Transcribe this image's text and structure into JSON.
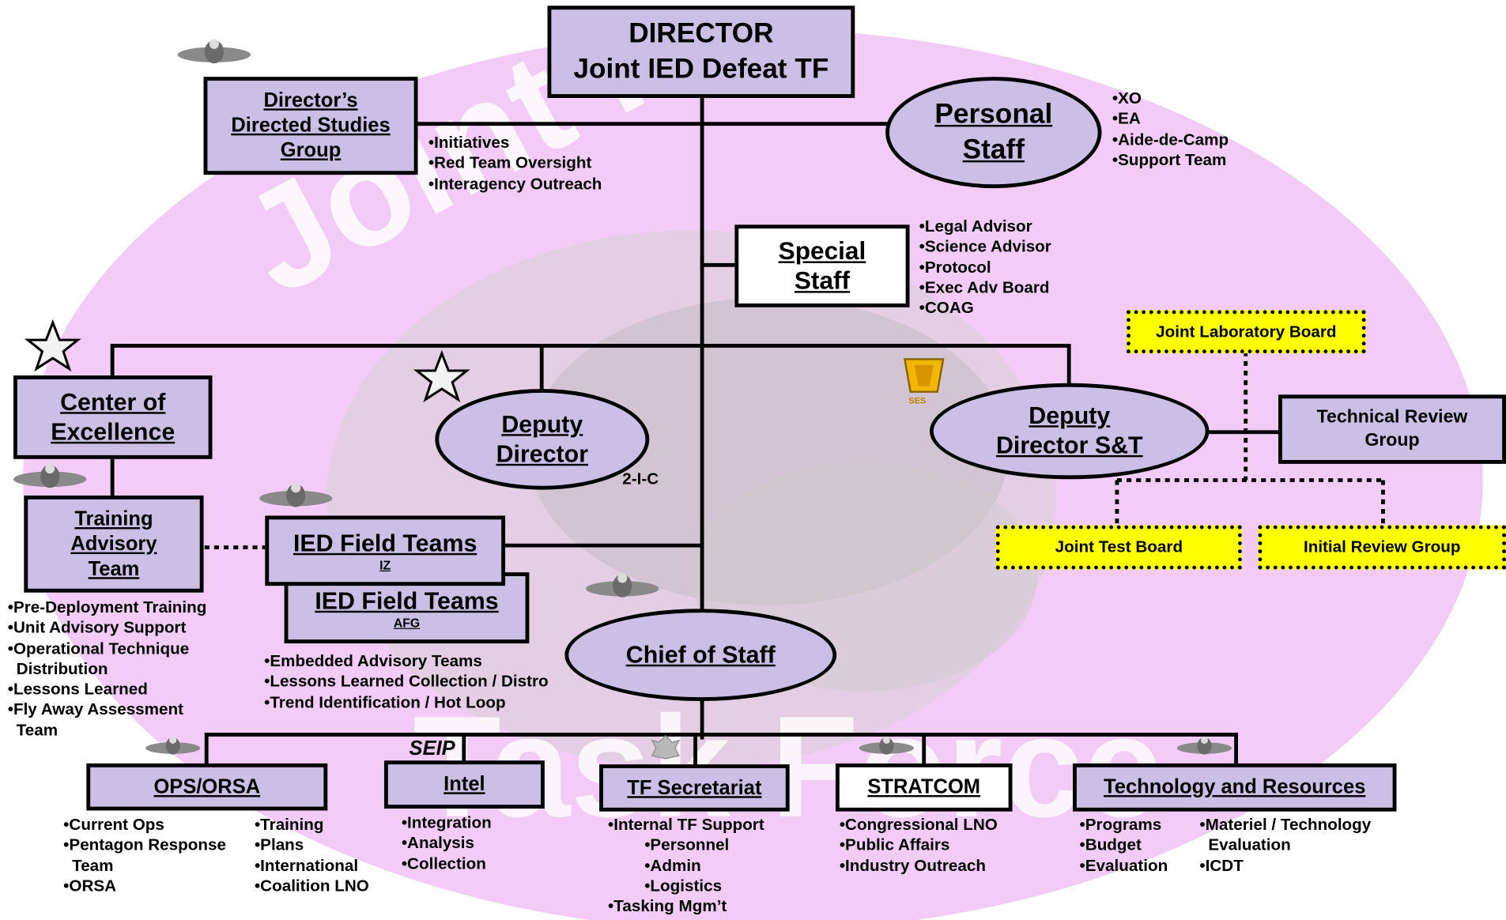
{
  "watermark": {
    "top": "Joint IED Defeat",
    "bottom": "Task Force"
  },
  "director": {
    "line1": "DIRECTOR",
    "line2": "Joint IED Defeat TF"
  },
  "studies_group": {
    "line1": "Director’s",
    "line2": "Directed Studies",
    "line3": "Group",
    "items": [
      "Initiatives",
      "Red Team Oversight",
      "Interagency Outreach"
    ]
  },
  "personal_staff": {
    "line1": "Personal",
    "line2": "Staff",
    "items": [
      "XO",
      "EA",
      "Aide-de-Camp",
      "Support Team"
    ]
  },
  "special_staff": {
    "line1": "Special",
    "line2": "Staff",
    "items": [
      "Legal Advisor",
      "Science Advisor",
      "Protocol",
      "Exec Adv Board",
      "COAG"
    ]
  },
  "center_excellence": {
    "line1": "Center of",
    "line2": "Excellence"
  },
  "deputy_director": {
    "line1": "Deputy",
    "line2": "Director",
    "tag": "2-I-C"
  },
  "deputy_st": {
    "line1": "Deputy",
    "line2": "Director S&T",
    "badge": "SES"
  },
  "joint_lab_board": "Joint Laboratory Board",
  "tech_review": {
    "line1": "Technical Review",
    "line2": "Group"
  },
  "joint_test_board": "Joint Test Board",
  "initial_review": "Initial Review Group",
  "training_team": {
    "line1": "Training",
    "line2": "Advisory",
    "line3": "Team",
    "items": [
      "Pre-Deployment Training",
      "Unit Advisory Support",
      "Operational Technique",
      "Distribution",
      "Lessons Learned",
      "Fly Away Assessment",
      "Team"
    ]
  },
  "field_iz": {
    "title": "IED Field Teams",
    "sub": "IZ"
  },
  "field_afg": {
    "title": "IED Field Teams",
    "sub": "AFG",
    "items": [
      "Embedded Advisory Teams",
      "Lessons Learned Collection / Distro",
      "Trend Identification / Hot Loop"
    ]
  },
  "chief_of_staff": "Chief of Staff",
  "seip": "SEIP",
  "ops": {
    "title": "OPS/ORSA",
    "col1": [
      "Current Ops",
      "Pentagon Response",
      "Team",
      "ORSA"
    ],
    "col2": [
      "Training",
      "Plans",
      "International",
      "Coalition LNO"
    ]
  },
  "intel": {
    "title": "Intel",
    "items": [
      "Integration",
      "Analysis",
      "Collection"
    ]
  },
  "secretariat": {
    "title": "TF Secretariat",
    "items": [
      "Internal TF Support",
      "Personnel",
      "Admin",
      "Logistics",
      "Tasking Mgm’t"
    ]
  },
  "stratcom": {
    "title": "STRATCOM",
    "items": [
      "Congressional LNO",
      "Public Affairs",
      "Industry Outreach"
    ]
  },
  "tech_resources": {
    "title": "Technology and Resources",
    "col1": [
      "Programs",
      "Budget",
      "Evaluation"
    ],
    "col2": [
      "Materiel / Technology",
      "Evaluation",
      "ICDT"
    ]
  }
}
